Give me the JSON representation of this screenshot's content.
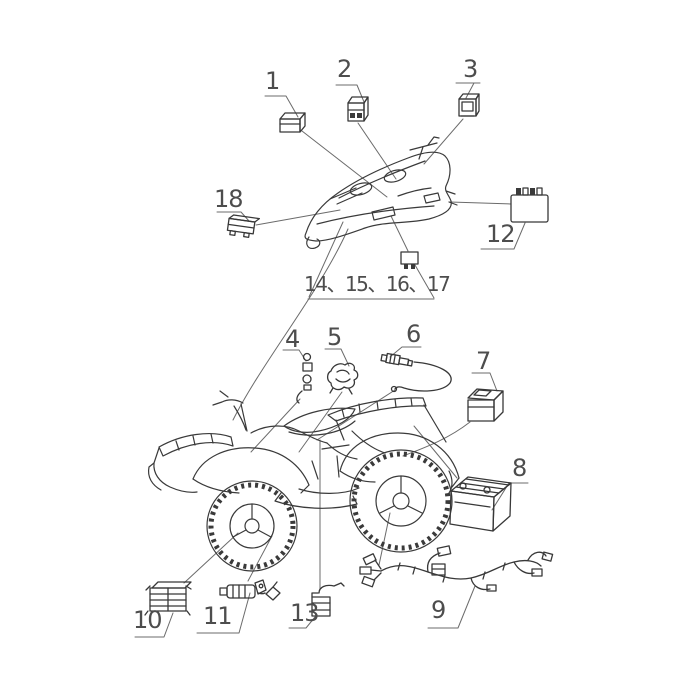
{
  "meta": {
    "background_color": "#ffffff",
    "line_color": "#3a3a3a",
    "leader_color": "#6b6b6b",
    "label_color": "#4d4d4d"
  },
  "callouts": {
    "c1": "1",
    "c2": "2",
    "c3": "3",
    "c4": "4",
    "c5": "5",
    "c6": "6",
    "c7": "7",
    "c8": "8",
    "c9": "9",
    "c10": "10",
    "c11": "11",
    "c12": "12",
    "c13": "13",
    "c14_17": "14、15、16、17",
    "c18": "18"
  }
}
